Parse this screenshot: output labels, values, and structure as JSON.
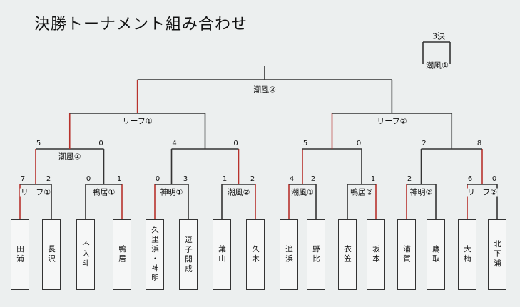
{
  "title": "決勝トーナメント組み合わせ",
  "third_place": {
    "label": "3決",
    "winner": "潮風①"
  },
  "final": {
    "winner": "潮風②"
  },
  "semis": [
    {
      "winner": "リーフ①"
    },
    {
      "winner": "リーフ②"
    }
  ],
  "quarters": [
    {
      "winner": "潮風①",
      "score_left": "5",
      "score_right": "0"
    },
    {
      "winner": "",
      "score_left": "4",
      "score_right": "0"
    },
    {
      "winner": "",
      "score_left": "5",
      "score_right": "0"
    },
    {
      "winner": "",
      "score_left": "2",
      "score_right": "8"
    }
  ],
  "round2": [
    {
      "winner": "リーフ①",
      "score_left": "7",
      "score_right": "2"
    },
    {
      "winner": "鴨居①",
      "score_left": "0",
      "score_right": "1"
    },
    {
      "winner": "神明①",
      "score_left": "0",
      "score_right": "3"
    },
    {
      "winner": "潮風②",
      "score_left": "1",
      "score_right": "2"
    },
    {
      "winner": "潮風①",
      "score_left": "4",
      "score_right": "2"
    },
    {
      "winner": "鴨居②",
      "score_left": "",
      "score_right": "1"
    },
    {
      "winner": "神明②",
      "score_left": "2",
      "score_right": ""
    },
    {
      "winner": "リーフ②",
      "score_left": "6",
      "score_right": "0"
    }
  ],
  "teams": [
    "田浦",
    "長沢",
    "不入斗",
    "鴨居",
    "久里浜・神明",
    "逗子開成",
    "葉山",
    "久木",
    "追浜",
    "野比",
    "衣笠",
    "坂本",
    "浦賀",
    "鷹取",
    "大楠",
    "北下浦"
  ]
}
